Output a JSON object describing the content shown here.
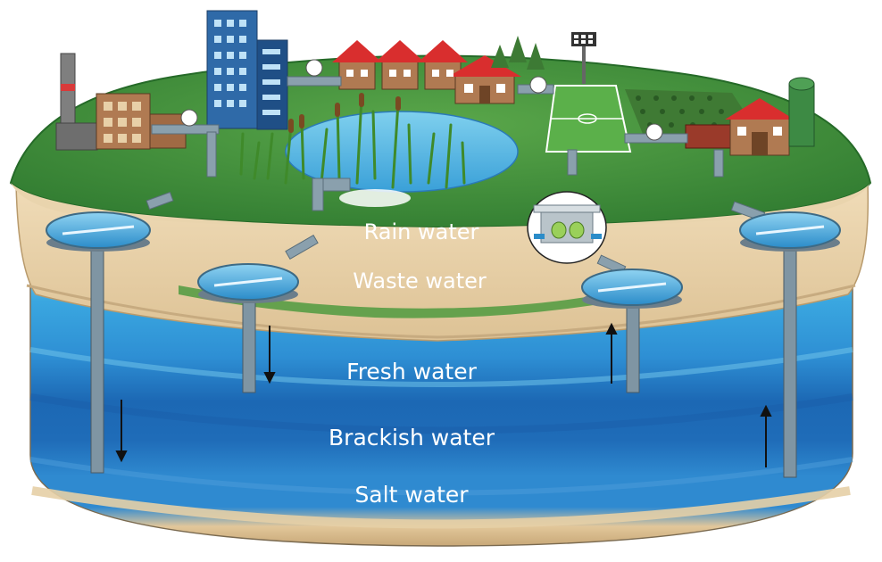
{
  "layers": {
    "rain": "Rain water",
    "waste": "Waste water",
    "fresh": "Fresh water",
    "brackish": "Brackish water",
    "salt": "Salt water"
  },
  "colors": {
    "sky": "#ffffff",
    "grass": "#3f8f3a",
    "soil": "#e8d2aa",
    "fresh_water": "#3aa7e0",
    "brackish_water": "#1f6fb8",
    "salt_water": "#2d86cf",
    "pipe": "#8aa0ad"
  },
  "icons": [
    "factory-icon",
    "office-tower-icon",
    "houses-icon",
    "stadium-light-icon",
    "soccer-field-icon",
    "crop-field-icon",
    "barn-icon",
    "silo-icon",
    "wetland-pond-icon",
    "treatment-unit-icon",
    "well-pipe-icon",
    "clarifier-tank-icon"
  ]
}
